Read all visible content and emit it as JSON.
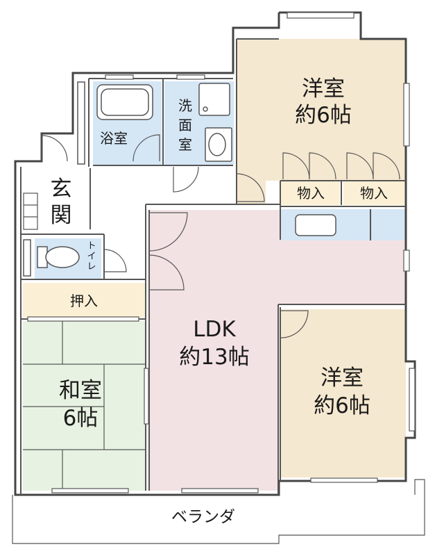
{
  "rooms": {
    "western_top": {
      "name": "洋室",
      "size": "約6帖",
      "color": "#f5e8d0"
    },
    "bath": {
      "name": "浴室",
      "color": "#d5e6f5"
    },
    "washroom": {
      "name": "洗面室",
      "color": "#d5e6f5"
    },
    "entrance": {
      "name": "玄関"
    },
    "toilet": {
      "name": "トイレ",
      "color": "#d5e6f5"
    },
    "closet_left": {
      "name": "物入",
      "color": "#fbf0d5"
    },
    "closet_right": {
      "name": "物入",
      "color": "#fbf0d5"
    },
    "ldk": {
      "name": "LDK",
      "size": "約13帖",
      "color": "#f3e2e4"
    },
    "oshiire": {
      "name": "押入",
      "color": "#fbf0d5"
    },
    "japanese": {
      "name": "和室",
      "size": "6帖",
      "color": "#e8f2e2"
    },
    "western_bottom": {
      "name": "洋室",
      "size": "約6帖",
      "color": "#f5e8d0"
    },
    "veranda": {
      "name": "ベランダ"
    }
  }
}
